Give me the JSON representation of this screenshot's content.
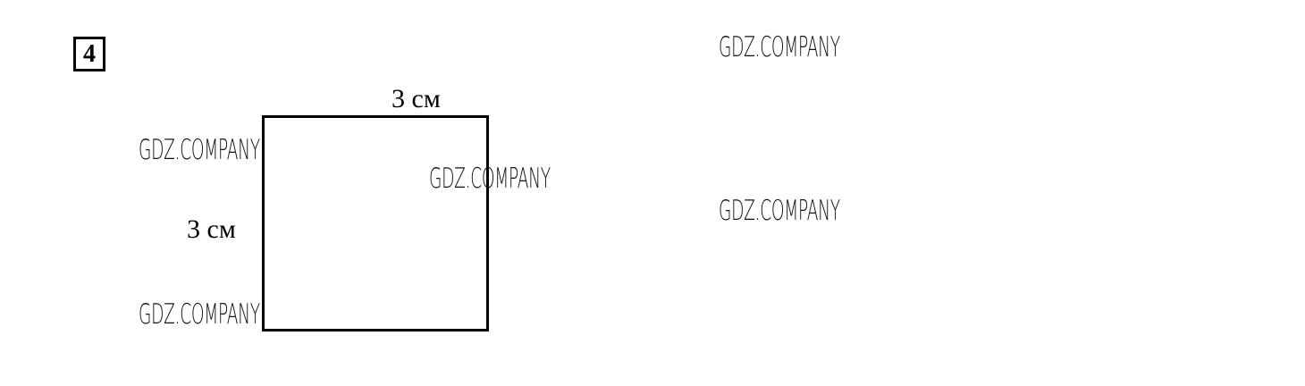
{
  "task_number": "4",
  "square": {
    "top_side_label": "3 см",
    "left_side_label": "3 см"
  },
  "watermarks": [
    "GDZ.COMPANY",
    "GDZ.COMPANY",
    "GDZ.COMPANY",
    "GDZ.COMPANY",
    "GDZ.COMPANY"
  ]
}
